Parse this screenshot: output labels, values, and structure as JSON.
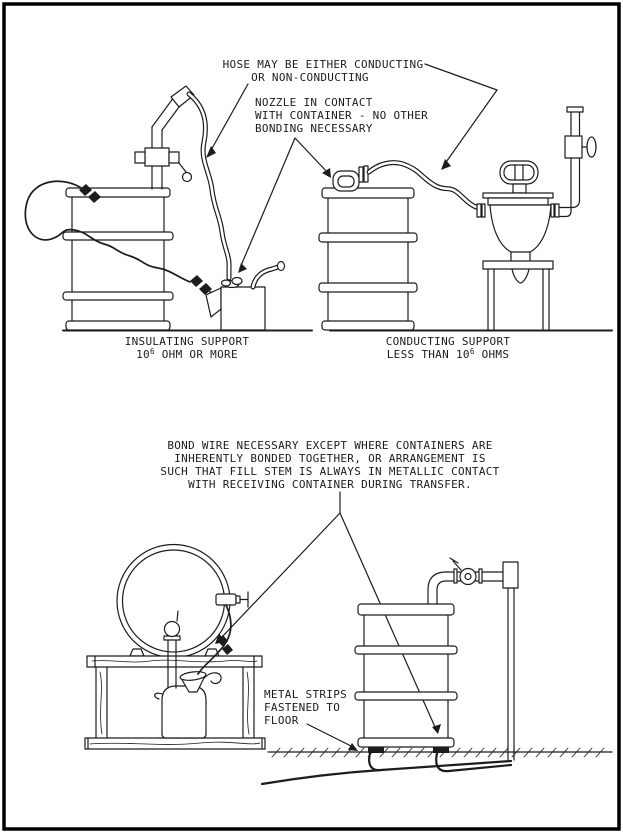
{
  "page": {
    "background": "#ffffff",
    "frame_color": "#000000",
    "line_color": "#1c1c1c"
  },
  "annotations": {
    "hose_label": {
      "line1": "HOSE MAY BE EITHER CONDUCTING",
      "line2": "OR NON-CONDUCTING"
    },
    "nozzle_label": {
      "line1": "NOZZLE IN CONTACT",
      "line2": "WITH CONTAINER - NO OTHER",
      "line3": "BONDING NECESSARY"
    },
    "insulating_caption": {
      "line1": "INSULATING SUPPORT",
      "base": "10",
      "sup": "6",
      "rest": " OHM OR MORE"
    },
    "conducting_caption": {
      "line1": "CONDUCTING SUPPORT",
      "pre": "LESS THAN ",
      "base": "10",
      "sup": "6",
      "rest": " OHMS"
    },
    "bond_note": {
      "line1": "BOND WIRE NECESSARY EXCEPT WHERE CONTAINERS ARE",
      "line2": "INHERENTLY BONDED TOGETHER, OR ARRANGEMENT IS",
      "line3": "SUCH THAT FILL STEM IS ALWAYS IN METALLIC CONTACT",
      "line4": "WITH RECEIVING CONTAINER DURING TRANSFER."
    },
    "metal_strips_label": {
      "line1": "METAL STRIPS",
      "line2": "FASTENED TO",
      "line3": "FLOOR"
    }
  }
}
